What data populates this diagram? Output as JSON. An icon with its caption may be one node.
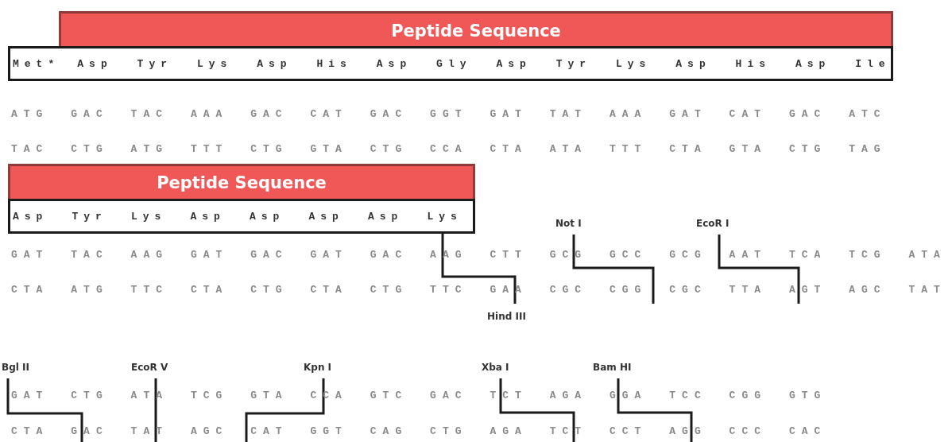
{
  "diagram": {
    "nodes": [
      {
        "text": [
          "Peptide Sequence"
        ]
      },
      {
        "text": [
          "Peptide Sequence"
        ]
      }
    ],
    "labels": [
      "Met*",
      "Asp",
      "Tyr",
      "Lys",
      "Asp",
      "His",
      "Asp",
      "Gly",
      "Asp",
      "Tyr",
      "Lys",
      "Asp",
      "His",
      "Asp",
      "Ile",
      "ATG",
      "GAC",
      "TAC",
      "AAA",
      "GAC",
      "CAT",
      "GAC",
      "GGT",
      "GAT",
      "TAT",
      "AAA",
      "GAT",
      "CAT",
      "GAC",
      "ATC",
      "TAC",
      "CTG",
      "ATG",
      "TTT",
      "CTG",
      "GTA",
      "CTG",
      "CCA",
      "CTA",
      "ATA",
      "TTT",
      "CTA",
      "GTA",
      "CTG",
      "TAG",
      "Asp",
      "Tyr",
      "Lys",
      "Asp",
      "Asp",
      "Asp",
      "Asp",
      "Lys",
      "Not I",
      "EcoR I",
      "GAT",
      "TAC",
      "AAG",
      "GAT",
      "GAC",
      "GAT",
      "GAC",
      "AAG",
      "CTT",
      "GCG",
      "GCC",
      "GCG",
      "AAT",
      "TCA",
      "TCG",
      "ATA",
      "CTA",
      "ATG",
      "TTC",
      "CTA",
      "CTG",
      "CTA",
      "CTG",
      "TTC",
      "GAA",
      "CGC",
      "CGG",
      "CGC",
      "TTA",
      "AGT",
      "AGC",
      "TAT",
      "Hind III",
      "Bgl II",
      "EcoR V",
      "Kpn I",
      "Xba I",
      "Bam HI",
      "GAT",
      "CTG",
      "ATA",
      "TCG",
      "GTA",
      "CCA",
      "GTC",
      "GAC",
      "TCT",
      "AGA",
      "GGA",
      "TCC",
      "CGG",
      "GTG",
      "CTA",
      "GAC",
      "TAT",
      "AGC",
      "CAT",
      "GGT",
      "CAG",
      "CTG",
      "AGA",
      "TCT",
      "CCT",
      "AGG",
      "CCC",
      "CAC"
    ]
  }
}
